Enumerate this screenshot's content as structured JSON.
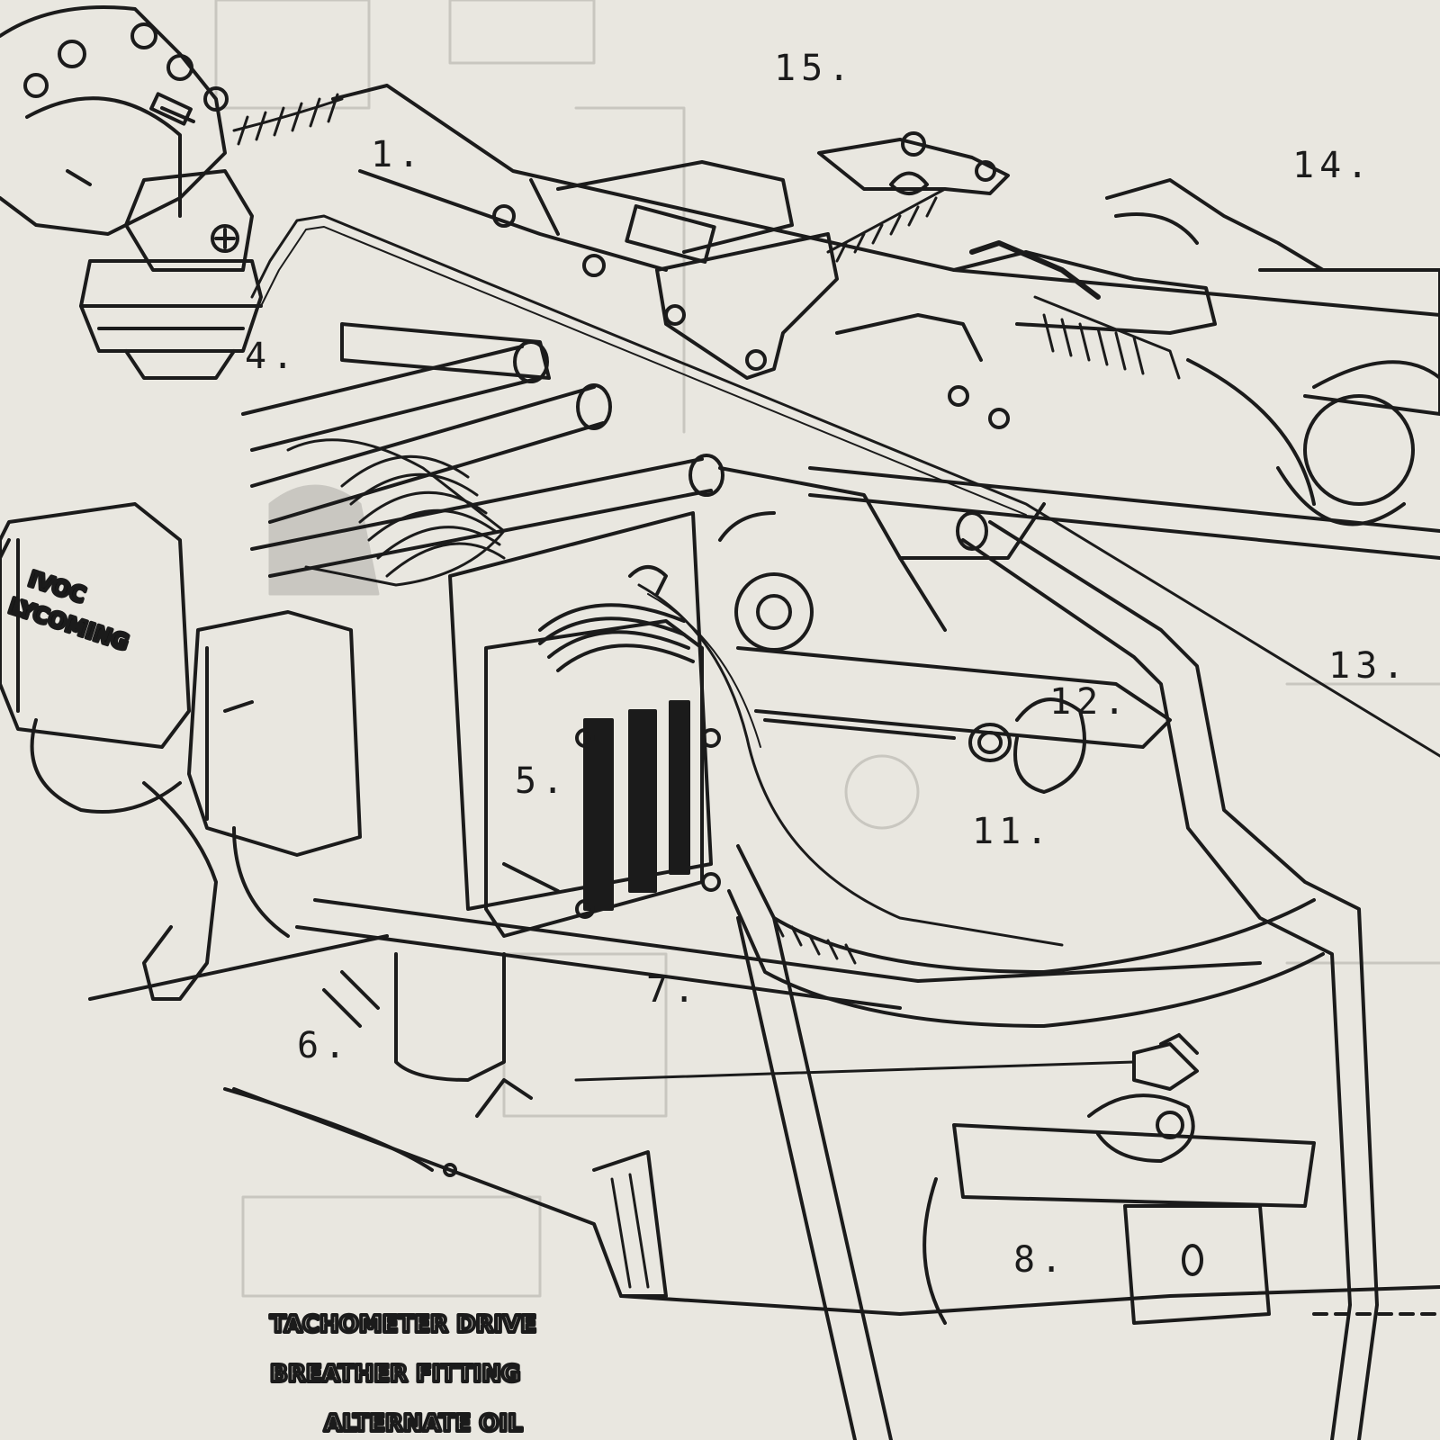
{
  "diagram": {
    "callouts": [
      {
        "id": "1",
        "text": "1."
      },
      {
        "id": "4",
        "text": "4."
      },
      {
        "id": "5",
        "text": "5."
      },
      {
        "id": "6",
        "text": "6."
      },
      {
        "id": "7",
        "text": "7."
      },
      {
        "id": "8",
        "text": "8."
      },
      {
        "id": "11",
        "text": "11."
      },
      {
        "id": "12",
        "text": "12."
      },
      {
        "id": "13",
        "text": "13."
      },
      {
        "id": "14",
        "text": "14."
      },
      {
        "id": "15",
        "text": "15."
      }
    ],
    "valve_cover_label": [
      "IVOC",
      "LYCOMING"
    ],
    "bleed_through_text": [
      "TACHOMETER DRIVE",
      "BREATHER FITTING",
      "ALTERNATE OIL"
    ]
  },
  "colors": {
    "paper": "#e9e7e0",
    "ink": "#1b1b1b",
    "faint": "#b9b7b0"
  }
}
